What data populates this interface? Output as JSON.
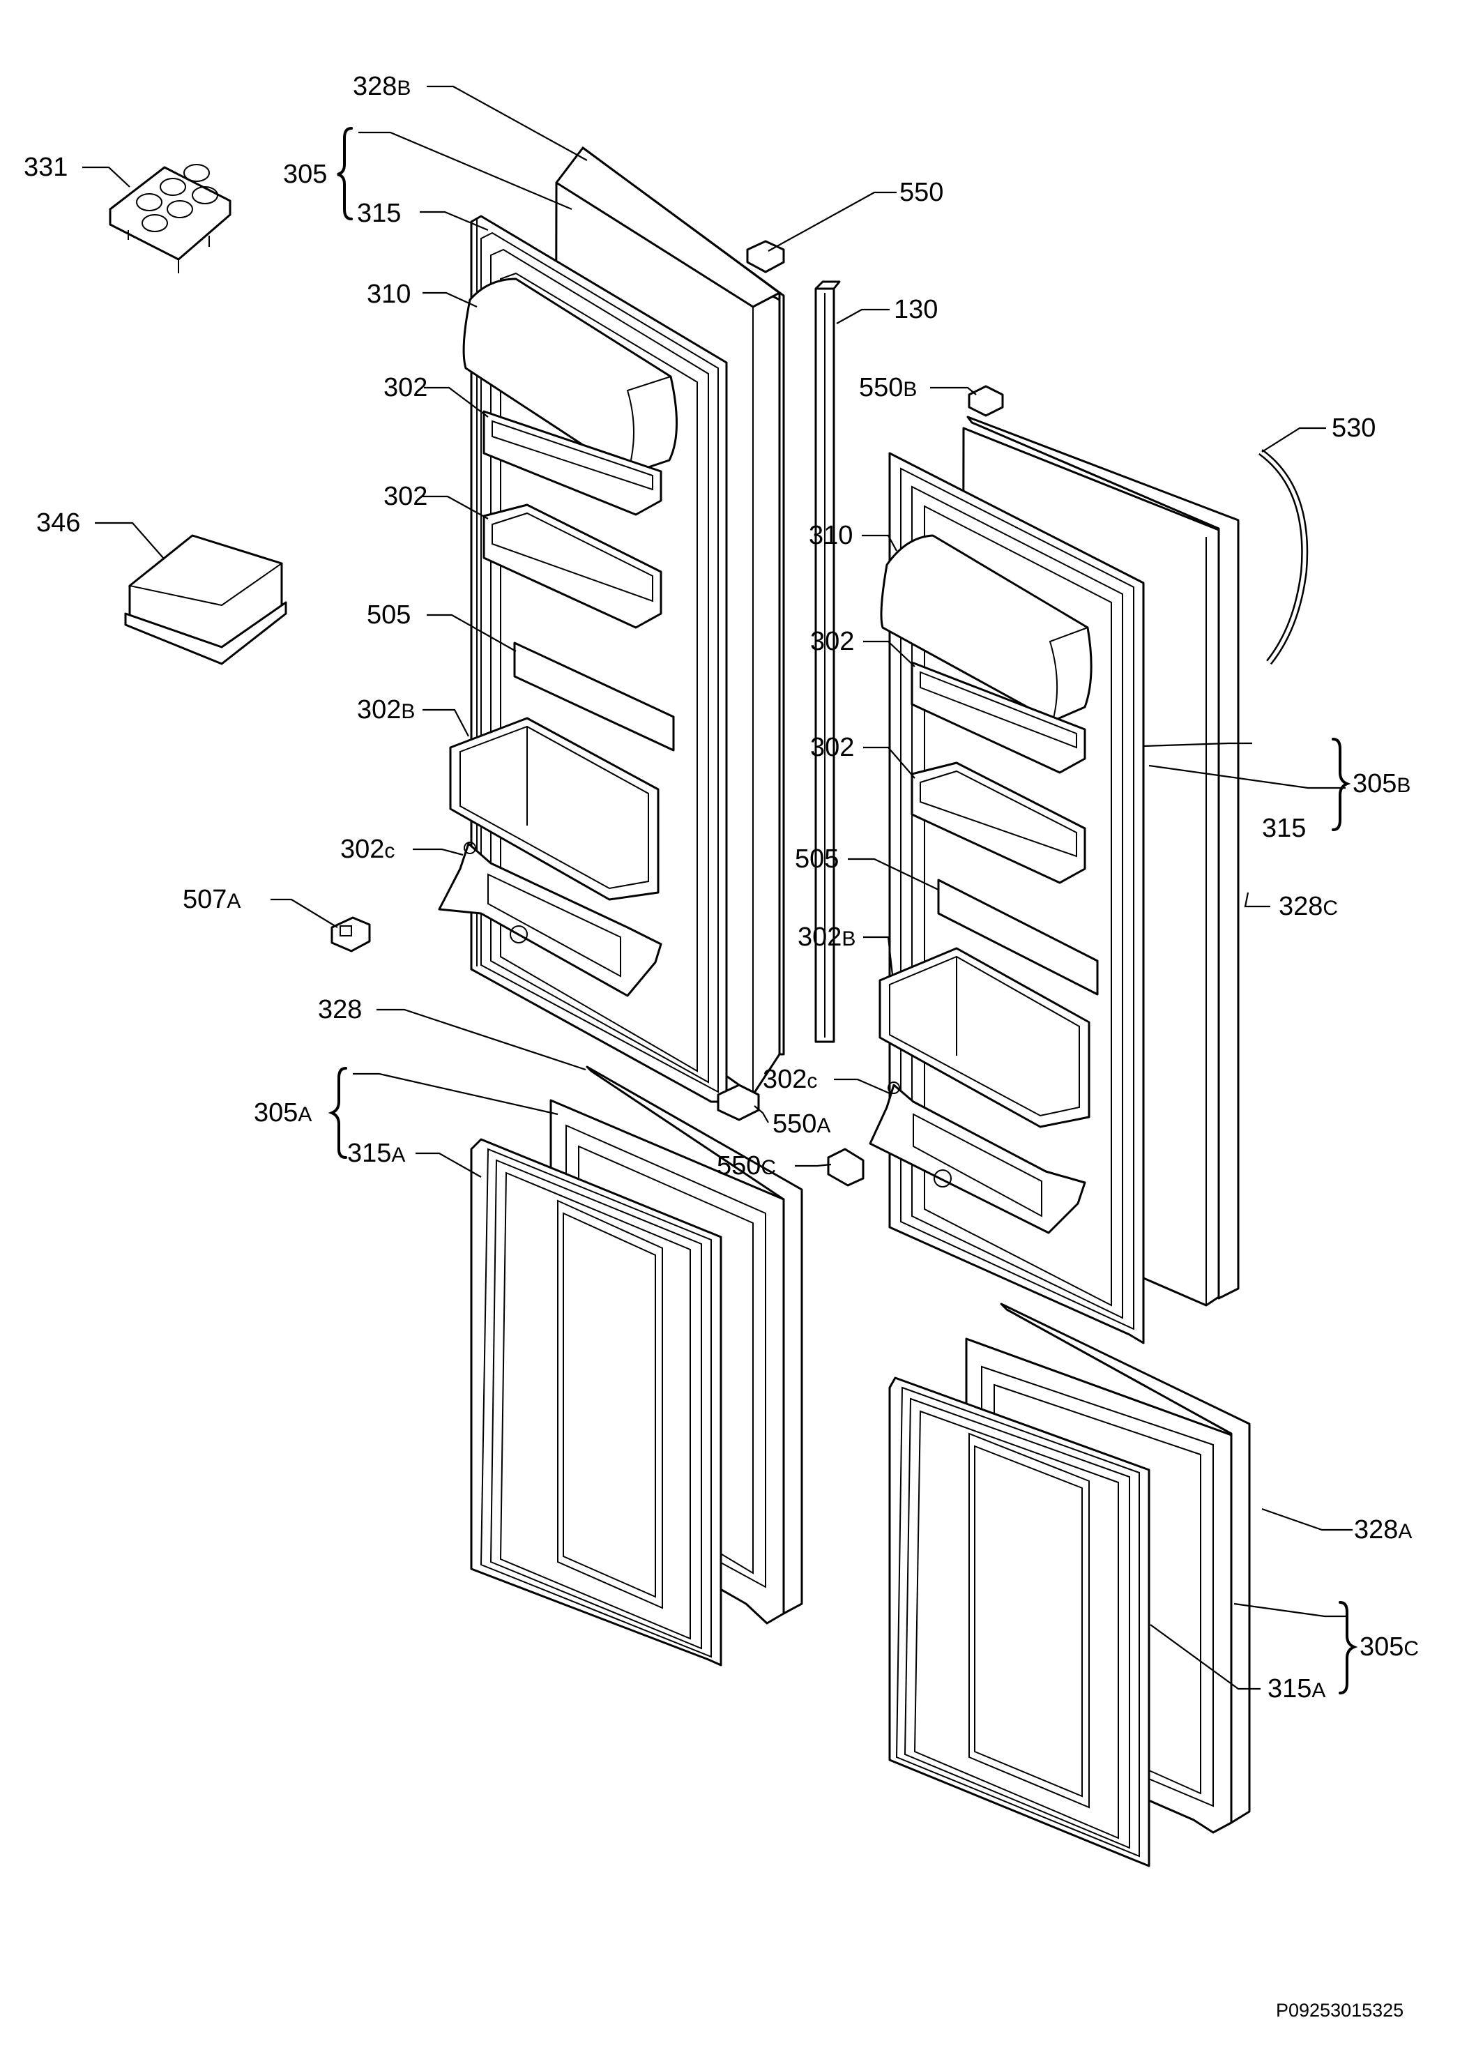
{
  "labels": {
    "l328b": {
      "num": "328",
      "suf": "B"
    },
    "l305": {
      "num": "305",
      "suf": ""
    },
    "l315": {
      "num": "315",
      "suf": ""
    },
    "l331": {
      "num": "331",
      "suf": ""
    },
    "l310": {
      "num": "310",
      "suf": ""
    },
    "l302a": {
      "num": "302",
      "suf": ""
    },
    "l302b": {
      "num": "302",
      "suf": ""
    },
    "l346": {
      "num": "346",
      "suf": ""
    },
    "l505": {
      "num": "505",
      "suf": ""
    },
    "l302B": {
      "num": "302",
      "suf": "B"
    },
    "l302c": {
      "num": "302",
      "suf": "c"
    },
    "l507a": {
      "num": "507",
      "suf": "A"
    },
    "l328": {
      "num": "328",
      "suf": ""
    },
    "l305a": {
      "num": "305",
      "suf": "A"
    },
    "l315a": {
      "num": "315",
      "suf": "A"
    },
    "l550": {
      "num": "550",
      "suf": ""
    },
    "l130": {
      "num": "130",
      "suf": ""
    },
    "l550b": {
      "num": "550",
      "suf": "B"
    },
    "l530": {
      "num": "530",
      "suf": ""
    },
    "r310": {
      "num": "310",
      "suf": ""
    },
    "r302a": {
      "num": "302",
      "suf": ""
    },
    "r302b": {
      "num": "302",
      "suf": ""
    },
    "r305b": {
      "num": "305",
      "suf": "B"
    },
    "r315": {
      "num": "315",
      "suf": ""
    },
    "r328c": {
      "num": "328",
      "suf": "C"
    },
    "r505": {
      "num": "505",
      "suf": ""
    },
    "r302B": {
      "num": "302",
      "suf": "B"
    },
    "r302c": {
      "num": "302",
      "suf": "c"
    },
    "l550a": {
      "num": "550",
      "suf": "A"
    },
    "l550c": {
      "num": "550",
      "suf": "C"
    },
    "r328a": {
      "num": "328",
      "suf": "A"
    },
    "r305c": {
      "num": "305",
      "suf": "C"
    },
    "r315a": {
      "num": "315",
      "suf": "A"
    }
  },
  "drawing_code": "P09253015325",
  "colors": {
    "line": "#000000",
    "background": "#ffffff"
  }
}
